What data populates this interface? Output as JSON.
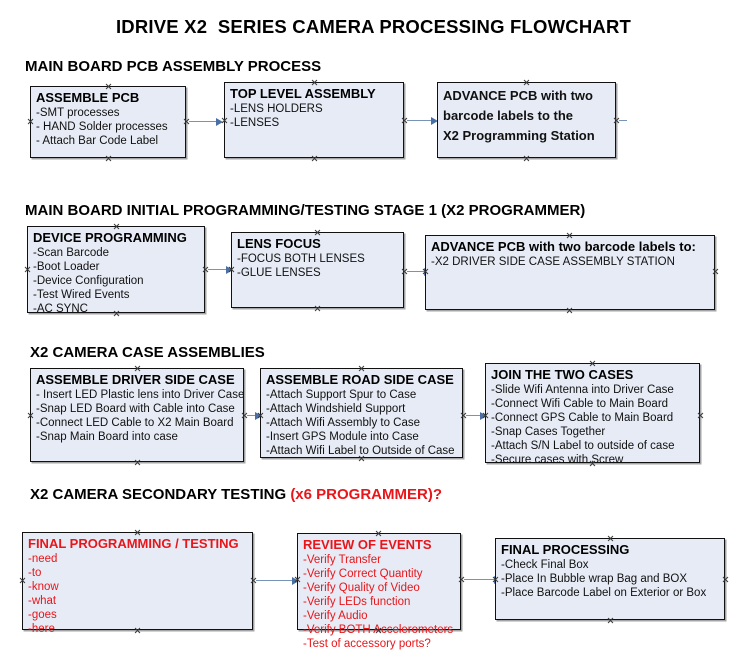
{
  "title": "IDRIVE X2  SERIES CAMERA PROCESSING FLOWCHART",
  "colors": {
    "box_fill": "#e6ebf5",
    "box_border": "#111111",
    "arrow": "#4a6fa5",
    "accent_red": "#e8161a",
    "text": "#000000"
  },
  "sections": [
    {
      "heading": "MAIN BOARD PCB ASSEMBLY PROCESS",
      "heading_accent": "",
      "nodes": [
        {
          "title": "ASSEMBLE PCB",
          "lines": [
            "-SMT processes",
            "- HAND Solder processes",
            "- Attach Bar Code Label"
          ]
        },
        {
          "title": "TOP LEVEL ASSEMBLY",
          "lines": [
            "-LENS HOLDERS",
            "-LENSES"
          ]
        },
        {
          "title": "ADVANCE PCB with two",
          "lines": [
            "barcode labels to the",
            " X2 Programming Station"
          ]
        }
      ]
    },
    {
      "heading": "MAIN BOARD INITIAL PROGRAMMING/TESTING STAGE 1 (X2 PROGRAMMER)",
      "heading_accent": "",
      "nodes": [
        {
          "title": "DEVICE PROGRAMMING",
          "lines": [
            "-Scan Barcode",
            "-Boot Loader",
            "-Device Configuration",
            "-Test Wired Events",
            "-AC SYNC"
          ]
        },
        {
          "title": "LENS FOCUS",
          "lines": [
            "-FOCUS BOTH LENSES",
            "-GLUE LENSES"
          ]
        },
        {
          "title": "ADVANCE PCB with two barcode labels to:",
          "lines": [
            "-X2 DRIVER  SIDE  CASE  ASSEMBLY STATION"
          ]
        }
      ]
    },
    {
      "heading": "X2 CAMERA CASE ASSEMBLIES",
      "heading_accent": "",
      "nodes": [
        {
          "title": "ASSEMBLE DRIVER SIDE CASE",
          "lines": [
            "- Insert LED Plastic lens into Driver Case",
            "-Snap LED Board with Cable into Case",
            "-Connect LED Cable to X2 Main Board",
            "-Snap Main Board into case"
          ]
        },
        {
          "title": "ASSEMBLE ROAD SIDE CASE",
          "lines": [
            "-Attach Support Spur to Case",
            "-Attach Windshield Support",
            "-Attach Wifi Assembly to Case",
            "-Insert GPS Module into Case",
            "-Attach Wifi Label to Outside of Case"
          ]
        },
        {
          "title": "JOIN THE TWO CASES",
          "lines": [
            "-Slide Wifi Antenna into Driver Case",
            "-Connect Wifi Cable to Main Board",
            "-Connect GPS Cable to Main Board",
            "-Snap Cases Together",
            "-Attach S/N Label to outside of case",
            "-Secure cases with Screw"
          ]
        }
      ]
    },
    {
      "heading": "X2 CAMERA SECONDARY TESTING ",
      "heading_accent": "(x6 PROGRAMMER)?",
      "nodes": [
        {
          "title": "FINAL PROGRAMMING / TESTING",
          "lines": [
            "-need",
            "-to",
            "-know",
            "-what",
            "-goes",
            "-here"
          ]
        },
        {
          "title": "REVIEW OF EVENTS",
          "lines": [
            "-Verify Transfer",
            "-Verify Correct Quantity",
            "-Verify Quality of Video",
            "-Verify LEDs function",
            "-Verify Audio",
            "-Verify BOTH Accelerometers",
            "-Test of accessory ports?"
          ]
        },
        {
          "title": "FINAL PROCESSING",
          "lines": [
            " -Check Final Box",
            "-Place In Bubble wrap Bag and BOX",
            "-Place Barcode Label on Exterior or Box"
          ]
        }
      ]
    }
  ]
}
